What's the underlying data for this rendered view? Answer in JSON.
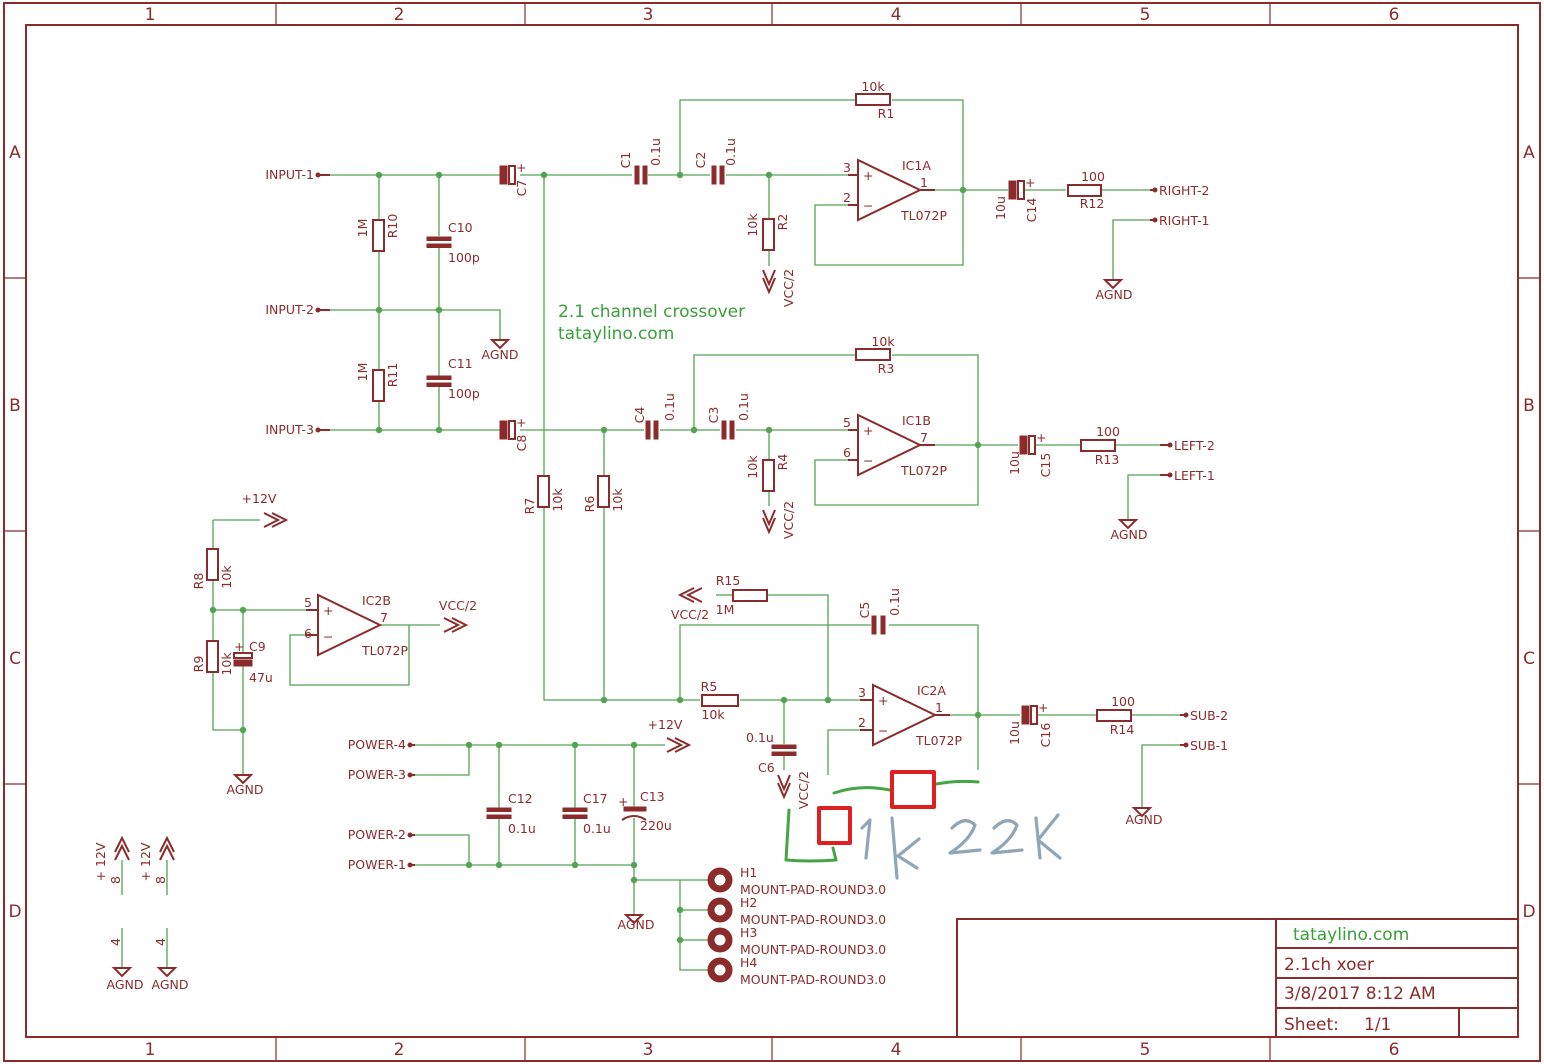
{
  "frame": {
    "cols": [
      "1",
      "2",
      "3",
      "4",
      "5",
      "6"
    ],
    "rows": [
      "A",
      "B",
      "C",
      "D"
    ]
  },
  "note": {
    "line1": "2.1 channel crossover",
    "line2": "tataylino.com"
  },
  "title_block": {
    "site": "tataylino.com",
    "title": "2.1ch xoer",
    "date": "3/8/2017 8:12 AM",
    "sheet_label": "Sheet:",
    "sheet_value": "1/1"
  },
  "connectors": {
    "input1": "INPUT-1",
    "input2": "INPUT-2",
    "input3": "INPUT-3",
    "right2": "RIGHT-2",
    "right1": "RIGHT-1",
    "left2": "LEFT-2",
    "left1": "LEFT-1",
    "sub2": "SUB-2",
    "sub1": "SUB-1",
    "power4": "POWER-4",
    "power3": "POWER-3",
    "power2": "POWER-2",
    "power1": "POWER-1"
  },
  "supply": {
    "agnd": "AGND",
    "vcc2": "VCC/2",
    "p12v": "+12V",
    "p12v_b": "+ 12V"
  },
  "parts": {
    "R1": {
      "name": "R1",
      "value": "10k"
    },
    "R2": {
      "name": "R2",
      "value": "10k"
    },
    "R3": {
      "name": "R3",
      "value": "10k"
    },
    "R4": {
      "name": "R4",
      "value": "10k"
    },
    "R5": {
      "name": "R5",
      "value": "10k"
    },
    "R6": {
      "name": "R6",
      "value": "10k"
    },
    "R7": {
      "name": "R7",
      "value": "10k"
    },
    "R8": {
      "name": "R8",
      "value": "10k"
    },
    "R9": {
      "name": "R9",
      "value": "10k"
    },
    "R10": {
      "name": "R10",
      "value": "1M"
    },
    "R11": {
      "name": "R11",
      "value": "1M"
    },
    "R12": {
      "name": "R12",
      "value": "100"
    },
    "R13": {
      "name": "R13",
      "value": "100"
    },
    "R14": {
      "name": "R14",
      "value": "100"
    },
    "R15": {
      "name": "R15",
      "value": "1M"
    },
    "C1": {
      "name": "C1",
      "value": "0.1u"
    },
    "C2": {
      "name": "C2",
      "value": "0.1u"
    },
    "C3": {
      "name": "C3",
      "value": "0.1u"
    },
    "C4": {
      "name": "C4",
      "value": "0.1u"
    },
    "C5": {
      "name": "C5",
      "value": "0.1u"
    },
    "C6": {
      "name": "C6",
      "value": "0.1u"
    },
    "C7": {
      "name": "C7"
    },
    "C8": {
      "name": "C8"
    },
    "C9": {
      "name": "C9",
      "value": "47u"
    },
    "C10": {
      "name": "C10",
      "value": "100p"
    },
    "C11": {
      "name": "C11",
      "value": "100p"
    },
    "C12": {
      "name": "C12",
      "value": "0.1u"
    },
    "C13": {
      "name": "C13",
      "value": "220u"
    },
    "C14": {
      "name": "C14",
      "value": "10u"
    },
    "C15": {
      "name": "C15",
      "value": "10u"
    },
    "C16": {
      "name": "C16",
      "value": "10u"
    },
    "C17": {
      "name": "C17",
      "value": "0.1u"
    },
    "IC1A": {
      "name": "IC1A",
      "type": "TL072P",
      "pin_in_pos": "3",
      "pin_in_neg": "2",
      "pin_out": "1"
    },
    "IC1B": {
      "name": "IC1B",
      "type": "TL072P",
      "pin_in_pos": "5",
      "pin_in_neg": "6",
      "pin_out": "7"
    },
    "IC2A": {
      "name": "IC2A",
      "type": "TL072P",
      "pin_in_pos": "3",
      "pin_in_neg": "2",
      "pin_out": "1"
    },
    "IC2B": {
      "name": "IC2B",
      "type": "TL072P",
      "pin_in_pos": "5",
      "pin_in_neg": "6",
      "pin_out": "7"
    },
    "H1": "H1",
    "H2": "H2",
    "H3": "H3",
    "H4": "H4",
    "pad_type": "MOUNT-PAD-ROUND3.0",
    "pwr_pin8": "8",
    "pwr_pin4": "4"
  },
  "annotations": {
    "handwritten_1k": "1k",
    "handwritten_22k": "22K"
  }
}
